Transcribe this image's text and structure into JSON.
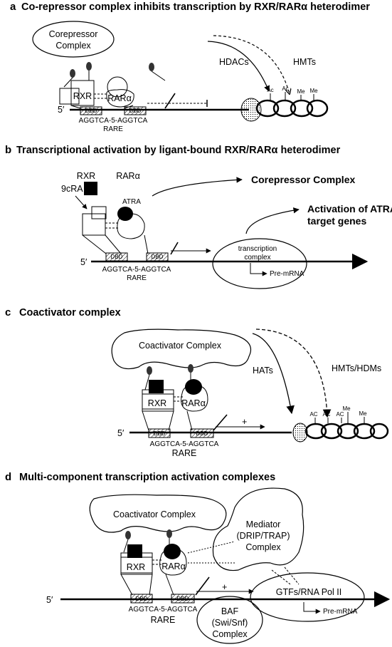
{
  "panels": {
    "a": {
      "letter": "a",
      "title": "Co-repressor complex inhibits transcription by RXR/RARα heterodimer",
      "five_prime": "5′",
      "corepressor": [
        "Corepressor",
        "Complex"
      ],
      "rxr": "RXR",
      "rar": "RARα",
      "dbd1": "DBD",
      "dbd2": "DBD",
      "hdacs": "HDACs",
      "hmts": "HMTs",
      "ac1": "Ac",
      "ac2": "Ac",
      "me1": "Me",
      "me2": "Me",
      "sequence": "AGGTCA-5-AGGTCA",
      "rare": "RARE"
    },
    "b": {
      "letter": "b",
      "title": "Transcriptional activation by ligant-bound RXR/RARα heterodimer",
      "five_prime": "5′",
      "ligand": "9cRA",
      "rxr": "RXR",
      "rar": "RARα",
      "atra": "ATRA",
      "corepressor": "Corepressor Complex",
      "activation": [
        "Activation of ATRA",
        "target genes"
      ],
      "transcription_complex": [
        "transcription",
        "complex"
      ],
      "pre_mrna": "Pre-mRNA",
      "dbd1": "DBD",
      "dbd2": "DBD",
      "sequence": "AGGTCA-5-AGGTCA",
      "rare": "RARE"
    },
    "c": {
      "letter": "c",
      "title": "Coactivator complex",
      "five_prime": "5′",
      "coactivator": "Coactivator Complex",
      "hats": "HATs",
      "hmts_hdms": "HMTs/HDMs",
      "rxr": "RXR",
      "rar": "RARα",
      "plus": "+",
      "ac1": "AC",
      "ac2": "AC",
      "ac3": "AC",
      "me1": "Me",
      "me2": "Me",
      "dbd1": "DBD",
      "dbd2": "DBD",
      "sequence": "AGGTCA-5-AGGTCA",
      "rare": "RARE"
    },
    "d": {
      "letter": "d",
      "title": "Multi-component transcription activation complexes",
      "five_prime": "5′",
      "coactivator": "Coactivator Complex",
      "mediator": [
        "Mediator",
        "(DRIP/TRAP)",
        "Complex"
      ],
      "rxr": "RXR",
      "rar": "RARα",
      "plus": "+",
      "gtfs": "GTFs/RNA Pol II",
      "pre_mrna": "Pre-mRNA",
      "baf": [
        "BAF",
        "(Swi/Snf)",
        "Complex"
      ],
      "dbd1": "DBD",
      "dbd2": "DBD",
      "sequence": "AGGTCA-5-AGGTCA",
      "rare": "RARE"
    }
  }
}
